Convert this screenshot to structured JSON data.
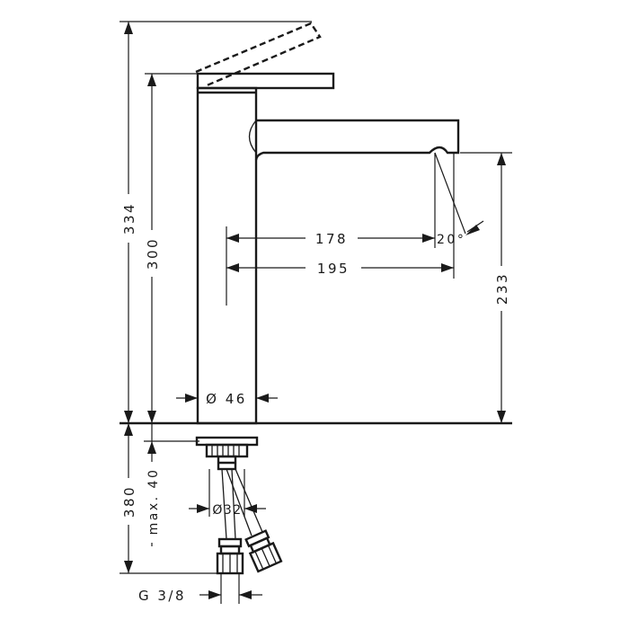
{
  "dimensions": {
    "overall_height": "334",
    "body_height": "300",
    "spout_reach_inner": "178",
    "spout_reach_outer": "195",
    "spout_angle": "20°",
    "spout_height": "233",
    "body_diameter": "Ø 46",
    "below_counter": "380",
    "countertop_thickness": "max. 40",
    "tail_diameter": "Ø32",
    "hose_thread": "G 3/8"
  }
}
